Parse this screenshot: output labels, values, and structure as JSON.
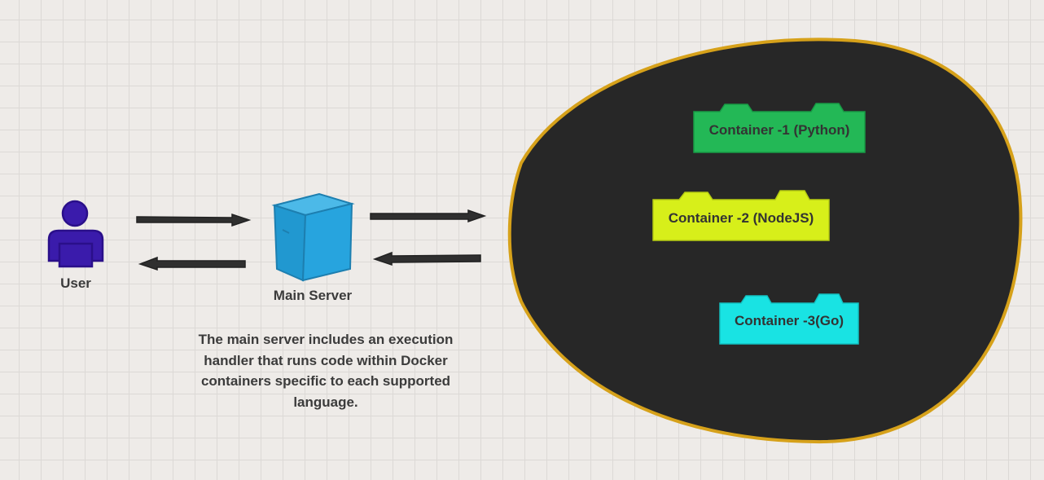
{
  "diagram": {
    "user_label": "User",
    "server_label": "Main Server",
    "description": "The main server includes an execution handler that runs code within Docker containers specific to each supported language.",
    "containers": [
      {
        "label": "Container -1 (Python)",
        "color": "#23b856"
      },
      {
        "label": "Container -2 (NodeJS)",
        "color": "#d7ef1a"
      },
      {
        "label": "Container -3(Go)",
        "color": "#19e3e3"
      }
    ],
    "colors": {
      "background": "#eeebe8",
      "user": "#3a1bab",
      "server": "#25a3dc",
      "docker_host": "#272727",
      "docker_host_border": "#d6a11a",
      "arrow": "#2f2f2f"
    }
  }
}
